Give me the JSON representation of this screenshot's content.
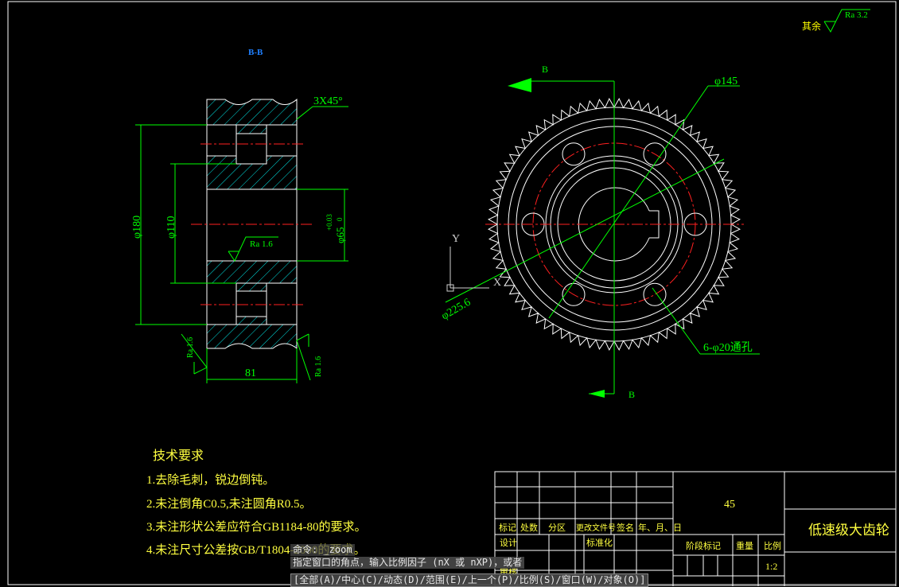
{
  "drawing": {
    "section_label": "B-B",
    "roughness_note_prefix": "其余",
    "roughness_note_value": "Ra 3.2",
    "dims": {
      "chamfer": "3X45°",
      "d180": "φ180",
      "d110": "φ110",
      "d65": "φ65",
      "d65_tol_upper": "+0.03",
      "d65_tol_lower": "0",
      "ra_bore": "Ra 1.6",
      "ra_left": "Ra 1.6",
      "ra_right": "Ra 1.6",
      "width81": "81",
      "d145": "φ145",
      "d225": "φ225.6",
      "holes": "6-φ20通孔"
    },
    "section_mark_top": "B",
    "section_mark_bottom": "B",
    "ucs_y": "Y",
    "ucs_x": "X",
    "colors": {
      "background": "#000000",
      "outline": "#ffffff",
      "dimension": "#00ff00",
      "centerline": "#ff0000",
      "hatch": "#00ffff",
      "label": "#0080ff"
    }
  },
  "tech_requirements": {
    "title": "技术要求",
    "items": [
      "1.去除毛刺，锐边倒钝。",
      "2.未注倒角C0.5,未注圆角R0.5。",
      "3.未注形状公差应符合GB1184-80的要求。",
      "4.未注尺寸公差按GB/T1804-2000的要求。"
    ]
  },
  "title_block": {
    "material": "45",
    "part_name": "低速级大齿轮",
    "h_mark": "标记",
    "h_count": "处数",
    "h_zone": "分区",
    "h_doc": "更改文件号",
    "h_sign": "签名",
    "h_date": "年、月、日",
    "r_design": "设计",
    "r_std": "标准化",
    "r_review": "审核",
    "stage_mark": "阶段标记",
    "weight": "重量",
    "scale_label": "比例",
    "scale_value": "1:2"
  },
  "command": {
    "line1": "命令: _zoom",
    "line2": "指定窗口的角点，输入比例因子 (nX 或 nXP)，或者",
    "line3": "[全部(A)/中心(C)/动态(D)/范围(E)/上一个(P)/比例(S)/窗口(W)/对象(O)]"
  }
}
